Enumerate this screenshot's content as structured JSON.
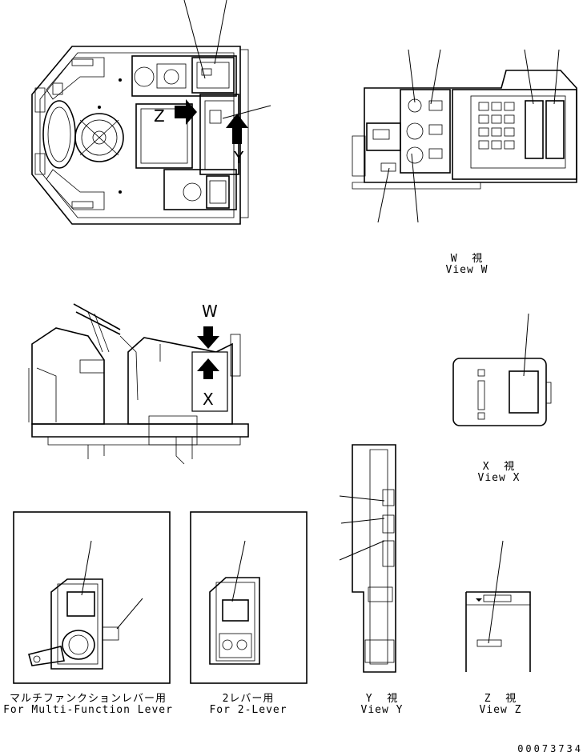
{
  "callouts": {
    "z": "Z",
    "y": "Y",
    "w": "W",
    "x": "X"
  },
  "captions": {
    "view_w_jp": "W  視",
    "view_w_en": "View W",
    "view_x_jp": "X  視",
    "view_x_en": "View X",
    "multi_jp": "マルチファンクションレバー用",
    "multi_en": "For Multi-Function Lever",
    "two_lever_jp": "2レバー用",
    "two_lever_en": "For 2-Lever",
    "view_y_jp": "Y  視",
    "view_y_en": "View Y",
    "view_z_jp": "Z  視",
    "view_z_en": "View Z"
  },
  "drawing_number": "00073734"
}
